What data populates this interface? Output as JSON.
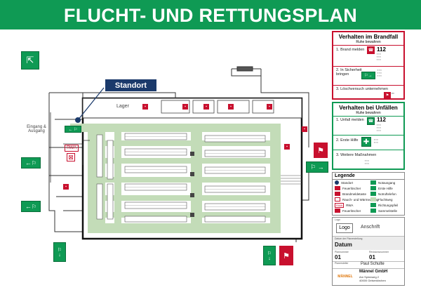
{
  "header": {
    "title": "FLUCHT- UND RETTUNGSPLAN"
  },
  "map": {
    "standort_label": "Standort",
    "lager_label": "Lager",
    "eingang_label": "Eingang &\nAusgang",
    "rwa_label": "RWA"
  },
  "brandfall": {
    "title": "Verhalten im Brandfall",
    "subtitle": "Ruhe bewahren",
    "steps": [
      {
        "label": "1. Brand melden",
        "number": "112"
      },
      {
        "label": "2. In Sicherheit\nbringen"
      },
      {
        "label": "3. Löschversuch unternehmen"
      }
    ]
  },
  "unfaelle": {
    "title": "Verhalten bei Unfällen",
    "subtitle": "Ruhe bewahren",
    "steps": [
      {
        "label": "1. Unfall melden",
        "number": "112"
      },
      {
        "label": "2. Erste Hilfe"
      },
      {
        "label": "3. Weitere Maßnahmen"
      }
    ]
  },
  "legende": {
    "title": "Legende",
    "items": [
      {
        "label": "Standort",
        "icon": "standort-icon",
        "color": "#1b3a6b"
      },
      {
        "label": "Feuerlöscher",
        "icon": "fire-extinguisher-icon",
        "color": "#c8102e"
      },
      {
        "label": "Brandmeldetaste",
        "icon": "fire-alarm-icon",
        "color": "#c8102e"
      },
      {
        "label": "Rauch- und Wärmeabzug",
        "icon": "smoke-vent-icon",
        "color": "#c8102e"
      },
      {
        "label": "RWA",
        "icon": "rwa-icon",
        "color": "#c8102e"
      },
      {
        "label": "Feuerlöscher",
        "icon": "hydrant-icon",
        "color": "#c8102e"
      },
      {
        "label": "Notausgang",
        "icon": "exit-icon",
        "color": "#0f9a54"
      },
      {
        "label": "Erste Hilfe",
        "icon": "first-aid-icon",
        "color": "#0f9a54"
      },
      {
        "label": "Notruftelefon",
        "icon": "phone-icon",
        "color": "#0f9a54"
      },
      {
        "label": "Fluchtweg",
        "icon": "escape-route-icon",
        "color": "#c3dcb8"
      },
      {
        "label": "Richtungspfeil",
        "icon": "arrow-icon",
        "color": "#0f9a54"
      },
      {
        "label": "Sammelstelle",
        "icon": "assembly-point-icon",
        "color": "#0f9a54"
      }
    ]
  },
  "footer": {
    "logo_caption": "Logo",
    "logo": "Logo",
    "anschrift": "Anschrift",
    "datum_caption": "Datum der Planerstellung",
    "datum": "Datum",
    "plan_caption": "Plannummer",
    "plan": "01",
    "rev_caption": "Revisionsnummer",
    "rev": "01",
    "ersteller_caption": "Planersteller",
    "ersteller": "Paul Schulte",
    "company_name": "Männel GmbH",
    "company_street": "Am Spinnweg 2",
    "company_city": "40000 Gelsenkirchen",
    "company_logo_text": "MÄNNEL"
  },
  "colors": {
    "green": "#0f9a54",
    "red": "#c8102e",
    "navy": "#1b3a6b",
    "route": "#c3dcb8"
  }
}
